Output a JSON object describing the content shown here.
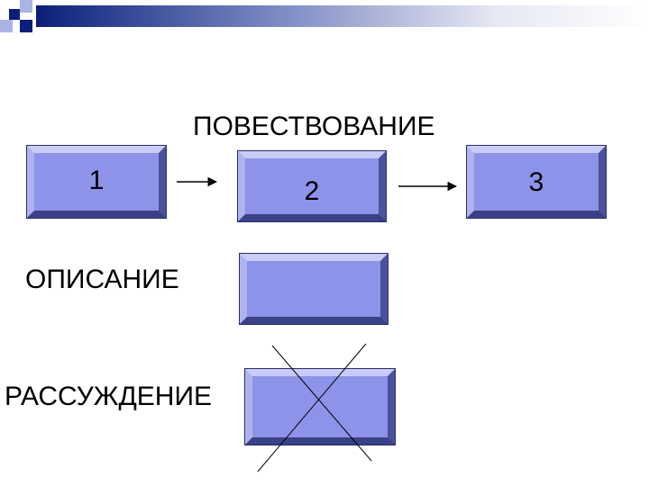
{
  "heading": "ПОВЕСТВОВАНИЕ",
  "label_description": "ОПИСАНИЕ",
  "label_reasoning": "РАССУЖДЕНИЕ",
  "boxes": [
    "1",
    "2",
    "3"
  ],
  "colors": {
    "box_fill": "#8c93e8",
    "deco_dark": "#0b1f7a",
    "deco_light": "#aab4e4"
  }
}
